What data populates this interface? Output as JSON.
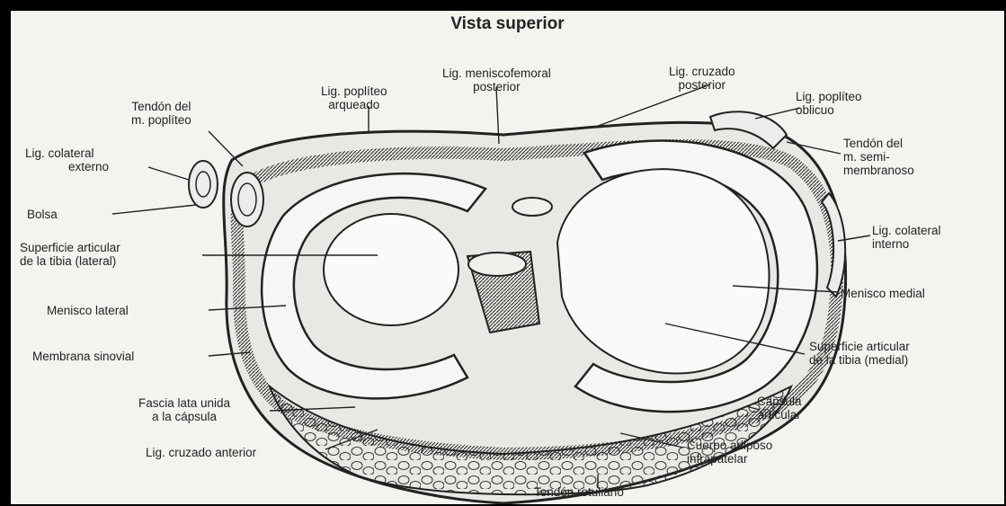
{
  "title": "Vista superior",
  "labels": {
    "tendon_popliteo": [
      "Tendón del",
      "m. poplíteo"
    ],
    "lig_colateral_externo": [
      "Lig. colateral",
      "externo"
    ],
    "bolsa": "Bolsa",
    "lig_popliteo_arqueado": [
      "Lig. poplíteo",
      "arqueado"
    ],
    "lig_meniscofemoral": [
      "Lig. meniscofemoral",
      "posterior"
    ],
    "lig_cruzado_posterior": [
      "Lig. cruzado",
      "posterior"
    ],
    "lig_popliteo_oblicuo": [
      "Lig. poplíteo",
      "oblicuo"
    ],
    "tendon_semimembranoso": [
      "Tendón del",
      "m. semi-",
      "membranoso"
    ],
    "lig_colateral_interno": [
      "Lig. colateral",
      "interno"
    ],
    "superficie_lateral": [
      "Superficie articular",
      "de la tibia (lateral)"
    ],
    "menisco_lateral": "Menisco lateral",
    "menisco_medial": "Menisco medial",
    "membrana_sinovial": "Membrana sinovial",
    "superficie_medial": [
      "Superficie articular",
      "de la tibia (medial)"
    ],
    "fascia_lata": [
      "Fascia lata unida",
      "a la cápsula"
    ],
    "capsula_articular": [
      "Cápsula",
      "articular"
    ],
    "lig_cruzado_anterior": "Lig. cruzado anterior",
    "cuerpo_adiposo": [
      "Cuerpo adiposo",
      "infrapatelar"
    ],
    "tendon_rotuliano": "Tendón rotuliano"
  }
}
